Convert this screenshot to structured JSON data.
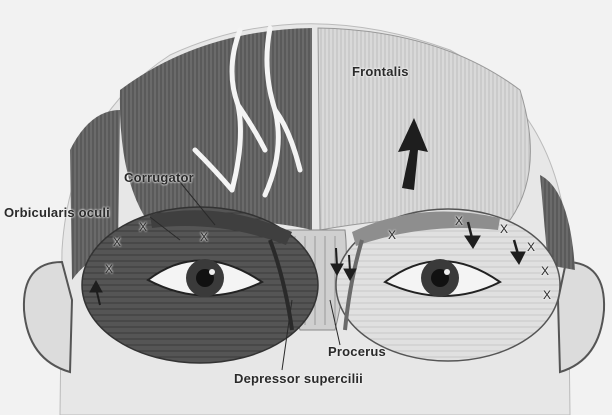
{
  "labels": {
    "frontalis": "Frontalis",
    "corrugator": "Corrugator",
    "orbicularis_oculi": "Orbicularis oculi",
    "procerus": "Procerus",
    "depressor_supercilii": "Depressor supercilii"
  },
  "injection_marker": "X",
  "colors": {
    "background": "#f2f2f2",
    "skin": "#e6e6e6",
    "muscle_dark": "#5a5a5a",
    "muscle_light": "#cfcfcf",
    "ink": "#1e1e1e"
  }
}
